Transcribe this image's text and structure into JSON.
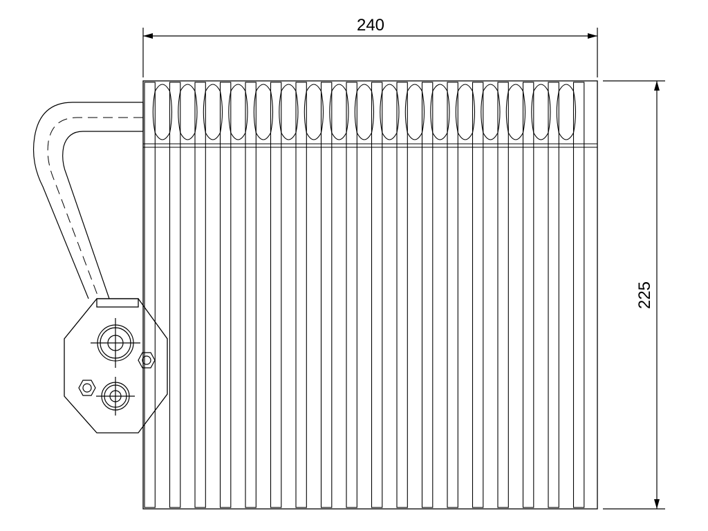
{
  "drawing": {
    "width_dimension": "240",
    "height_dimension": "225",
    "line_color": "#000000",
    "background_color": "#ffffff",
    "tube_count": 18
  }
}
